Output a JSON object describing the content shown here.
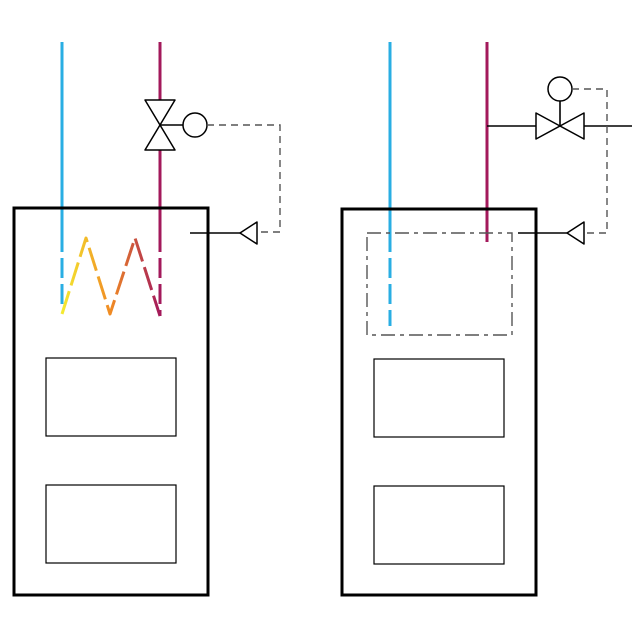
{
  "colors": {
    "cold": "#29aee3",
    "hot": "#a3195b",
    "coil_start": "#f4ea30",
    "coil_mid": "#f08a24",
    "coil_end": "#a3195b",
    "outline": "#000000",
    "signal": "#555555"
  },
  "diagram": {
    "left_unit": {
      "heat_exchanger": "coil",
      "valve": "two-way",
      "panels": 2
    },
    "right_unit": {
      "heat_exchanger": "tank",
      "valve": "three-way",
      "panels": 2
    }
  }
}
